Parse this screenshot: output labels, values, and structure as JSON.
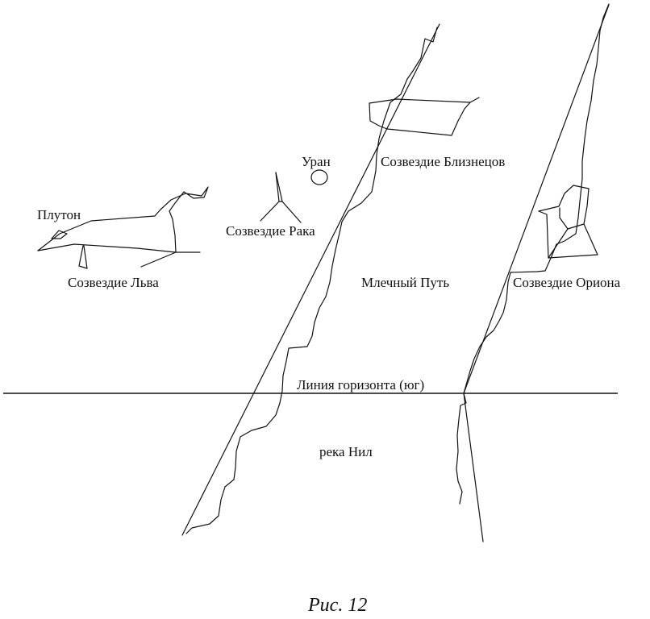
{
  "labels": {
    "pluto": "Плутон",
    "uranus": "Уран",
    "leo": "Созвездие Льва",
    "cancer": "Созвездие Рака",
    "gemini": "Созвездие Близнецов",
    "orion": "Созвездие Ориона",
    "milky_way": "Млечный Путь",
    "horizon": "Линия горизонта (юг)",
    "nile": "река Нил"
  },
  "caption": "Рис. 12"
}
